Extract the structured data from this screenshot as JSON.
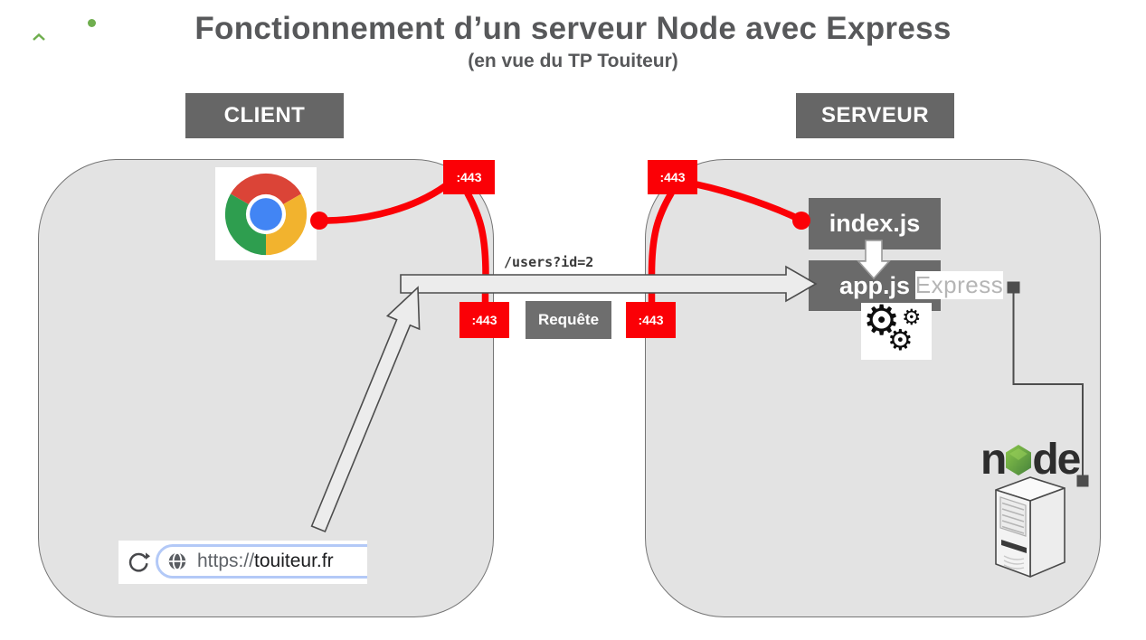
{
  "header": {
    "title": "Fonctionnement d’un serveur Node avec Express",
    "subtitle": "(en vue du TP Touiteur)"
  },
  "client": {
    "label": "CLIENT",
    "port_top": ":443",
    "port_bottom": ":443",
    "browser_url": {
      "scheme": "https://",
      "domain": "touiteur.fr"
    }
  },
  "server": {
    "label": "SERVEUR",
    "port_top": ":443",
    "port_bottom": ":443",
    "index_file": "index.js",
    "app_file": "app.js",
    "express_label": "Express",
    "node_logo": {
      "prefix": "n",
      "suffix": "de"
    }
  },
  "request": {
    "query_path": "/users?id=2",
    "label": "Requête"
  },
  "icons": {
    "chrome": "chrome-browser-icon",
    "reload": "reload-icon",
    "globe": "globe-icon",
    "gears": "gears-icon",
    "gear_glyph": "⚙",
    "node_hexagon": "node-hexagon-icon",
    "server_tower": "server-tower-icon"
  },
  "colors": {
    "accent_red": "#FB0006",
    "dark_box_gray": "#6A6A6A",
    "panel_gray": "#E3E3E3",
    "title_gray": "#57585A",
    "express_text": "#B5B5B5",
    "node_green": "#6FAE4E",
    "url_scheme_gray": "#5F6368",
    "url_domain_dark": "#1B1C1E",
    "pill_border_blue": "#B3C9F7"
  }
}
